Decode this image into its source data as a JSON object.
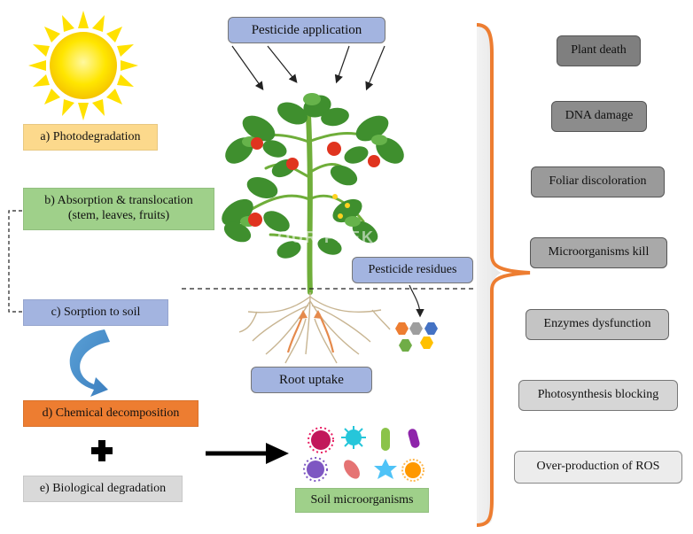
{
  "top": {
    "pesticide_application": "Pesticide application",
    "pesticide_residues": "Pesticide residues",
    "root_uptake": "Root uptake",
    "soil_microorganisms": "Soil microorganisms"
  },
  "left": {
    "photodegradation": "a) Photodegradation",
    "absorption_line1": "b) Absorption & translocation",
    "absorption_line2": "(stem, leaves, fruits)",
    "sorption": "c) Sorption to soil",
    "chemical": "d) Chemical decomposition",
    "biological": "e) Biological  degradation"
  },
  "effects": [
    "Plant death",
    "DNA damage",
    "Foliar discoloration",
    "Microorganisms  kill",
    "Enzymes dysfunction",
    "Photosynthesis blocking",
    "Over-production of ROS"
  ],
  "watermark": "FOUR PEEK",
  "colors": {
    "blue_box": "#a3b4e0",
    "green_box": "#9fd08a",
    "yellow_box": "#fcd98c",
    "orange_box": "#ed7d31",
    "gray_box": "#d9d9d9",
    "bracket": "#ed7d31",
    "sun": "#ffe100"
  }
}
